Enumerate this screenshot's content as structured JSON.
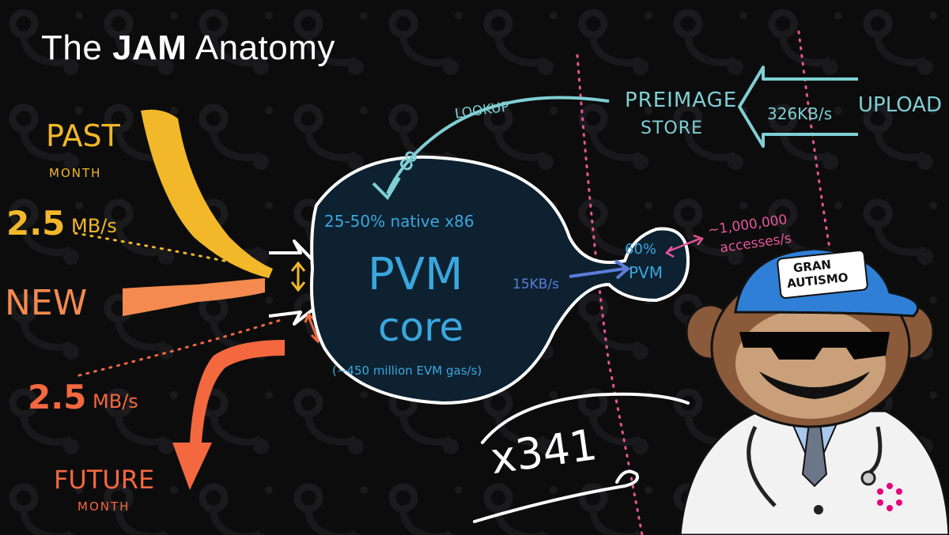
{
  "title": {
    "prefix": "The",
    "bold": "JAM",
    "suffix": "Anatomy"
  },
  "left": {
    "past": "PAST",
    "past_sub": "MONTH",
    "rate_top": "2.5",
    "rate_top_unit": "MB/s",
    "new": "NEW",
    "rate_bottom": "2.5",
    "rate_bottom_unit": "MB/s",
    "future": "FUTURE",
    "future_sub": "MONTH"
  },
  "core": {
    "native": "25-50% native x86",
    "pvm": "PVM",
    "core": "core",
    "gas": "(~450 million EVM gas/s)"
  },
  "top": {
    "lookup": "LOOKUP",
    "preimage_1": "PREIMAGE",
    "preimage_2": "STORE",
    "rate": "326KB/s",
    "upload": "UPLOAD",
    "loop_glyph": "8"
  },
  "small_pvm": {
    "pct": "60%",
    "label": "PVM",
    "rate": "15KB/s",
    "accesses_1": "~1,000,000",
    "accesses_2": "accesses/s"
  },
  "multiplier": "x341",
  "mascot": {
    "hat_1": "GRAN",
    "hat_2": "AUTISMO"
  },
  "colors": {
    "yellow": "#f2b829",
    "orange": "#f48a4f",
    "red": "#f4683f",
    "cyan": "#7fcfd4",
    "blue": "#3aa6dd",
    "pink": "#e7559a",
    "background": "#0c0c0d"
  }
}
